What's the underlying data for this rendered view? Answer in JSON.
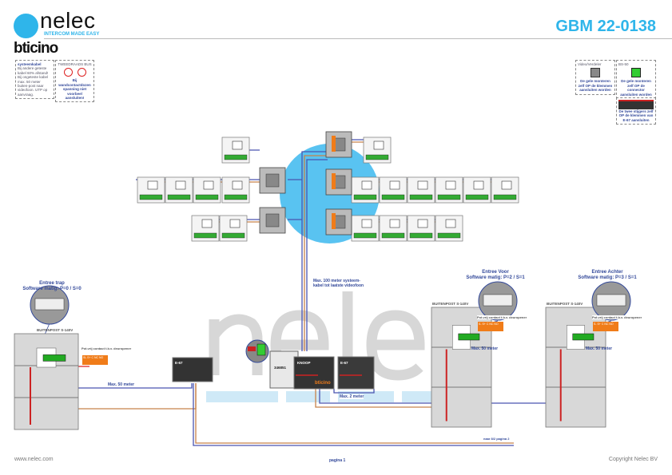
{
  "header": {
    "brand": "nelec",
    "tagline": "INTERCOM MADE EASY",
    "partner": "bticino",
    "doc_number": "GBM 22-0138"
  },
  "notes": {
    "cable": {
      "title": "systeemkabel",
      "text": "Bij andere geteste kabel 60% afstand! Bij ongeteste kabel max. 50 meter buiten-post naar videofoon. UTP op aanvraag."
    },
    "bus": {
      "title": "TWEEDRAADS BUS",
      "text": "Bij wandcontactdozen spanning niet voorbeel aansluiten!"
    }
  },
  "legend": {
    "video_distributor": {
      "title": "Video/Verdeler",
      "text": "De gele monteren zelf OP de klemmen aansluiten worden"
    },
    "module": {
      "title": "BS-50",
      "text": "De gele monteren zelf OP de connector aansluiten worden"
    },
    "power": {
      "text": "De twee stijgers zelf OP de klemmen van E-67 aansluiten"
    }
  },
  "entrances": [
    {
      "name": "Entree trap",
      "software": "Software matig: P=0 / S=0",
      "unit": "BUITENPOST S-140V",
      "contact": "Pot.vrij contact t.b.v. deuropener",
      "terminals": "SL  S+ C  NC NO",
      "distance": "Max. 50 meter"
    },
    {
      "name": "Entree Voor",
      "software": "Software matig: P=2 / S=1",
      "unit": "BUITENPOST S-140V",
      "contact": "Pot.vrij contact t.b.v. deuropener",
      "terminals": "S- S+ C NC NO",
      "distance": "Max. 50 meter"
    },
    {
      "name": "Entree Achter",
      "software": "Software matig: P=3 / S=1",
      "unit": "BUITENPOST S-140V",
      "contact": "Pot.vrij contact t.b.v. deuropener",
      "terminals": "S- S+ C NC NO",
      "distance": "Max. 50 meter"
    }
  ],
  "central": {
    "riser_note": "Max. 100 meter systeem-kabel tot laatste videofoon",
    "power_left": "E-67",
    "power_module": "346851",
    "node": "KNOOP",
    "power_right": "E-67",
    "node_brand": "bticino",
    "short_distance": "Max. 2 meter",
    "continuation": "naar 8/2 pagina 2"
  },
  "footer": {
    "website": "www.nelec.com",
    "page": "pagina 1",
    "copyright": "Copyright Nelec BV"
  },
  "colors": {
    "accent": "#2fb5ea",
    "wire_blue": "#4a55b0",
    "wire_orange": "#c8824a",
    "label": "#33499a",
    "terminal": "#f07c19"
  }
}
